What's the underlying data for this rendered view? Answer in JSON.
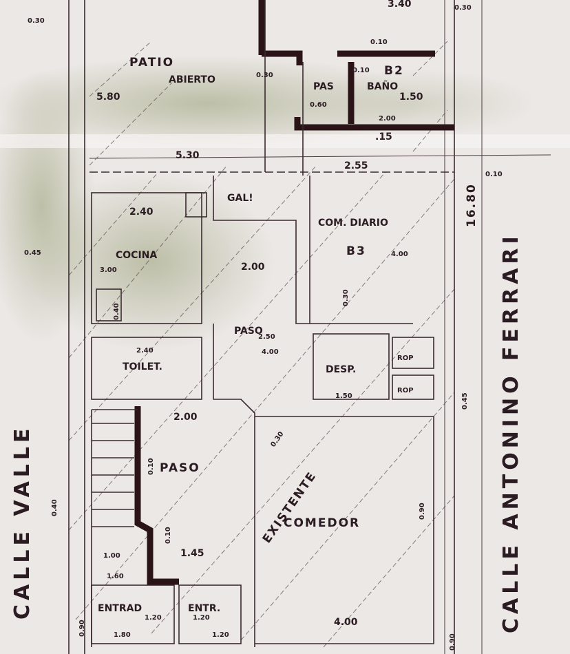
{
  "plan": {
    "streets": {
      "left": "CALLE VALLE",
      "right": "CALLE ANTONINO FERRARI"
    },
    "rooms": {
      "patio": "PATIO",
      "patio_sub": "ABIERTO",
      "bano": "BAÑO",
      "b2": "B2",
      "pas": "PAS",
      "gal": "GAL!",
      "com_diario": "COM. DIARIO",
      "b3": "B3",
      "cocina": "COCINA",
      "paso_upper": "PASO",
      "toilet": "TOILET.",
      "desp": "DESP.",
      "rop1": "ROP",
      "rop2": "ROP",
      "paso_lower": "PASO",
      "existente": "EXISTENTE",
      "comedor": "COMEDOR",
      "entrada1": "ENTRAD",
      "entrada2": "ENTR."
    },
    "dimensions": {
      "d_030_top_left": "0.30",
      "d_340": "3.40",
      "d_030_top_right": "0.30",
      "d_010_top": "0.10",
      "d_010_b2": "0.10",
      "d_030_patio": "0.30",
      "d_580": "5.80",
      "d_150": "1.50",
      "d_060": "0.60",
      "d_200_bano": "2.00",
      "d_015": ".15",
      "d_530": "5.30",
      "d_255": "2.55",
      "d_010_right": "0.10",
      "d_240": "2.40",
      "d_045": "0.45",
      "d_300": "3.00",
      "d_400_com": "4.00",
      "d_200_mid": "2.00",
      "d_1680": "16.80",
      "d_030_b3": "0.30",
      "d_240_toilet": "2.40",
      "d_250": "2.50",
      "d_400_paso": "4.00",
      "d_150_desp": "1.50",
      "d_045_right": "0.45",
      "d_200_lower": "2.00",
      "d_010_paso": "0.10",
      "d_030_comedor": "0.30",
      "d_040_left": "0.40",
      "d_010_paso2": "0.10",
      "d_145": "1.45",
      "d_100": "1.00",
      "d_160": "1.60",
      "d_090_comedor": "0.90",
      "d_120_a": "1.20",
      "d_120_b": "1.20",
      "d_180": "1.80",
      "d_120_c": "1.20",
      "d_090_left": "0.90",
      "d_400_comedor": "4.00",
      "d_090_right": "0.90",
      "d_040_mueble": "0.40"
    }
  }
}
